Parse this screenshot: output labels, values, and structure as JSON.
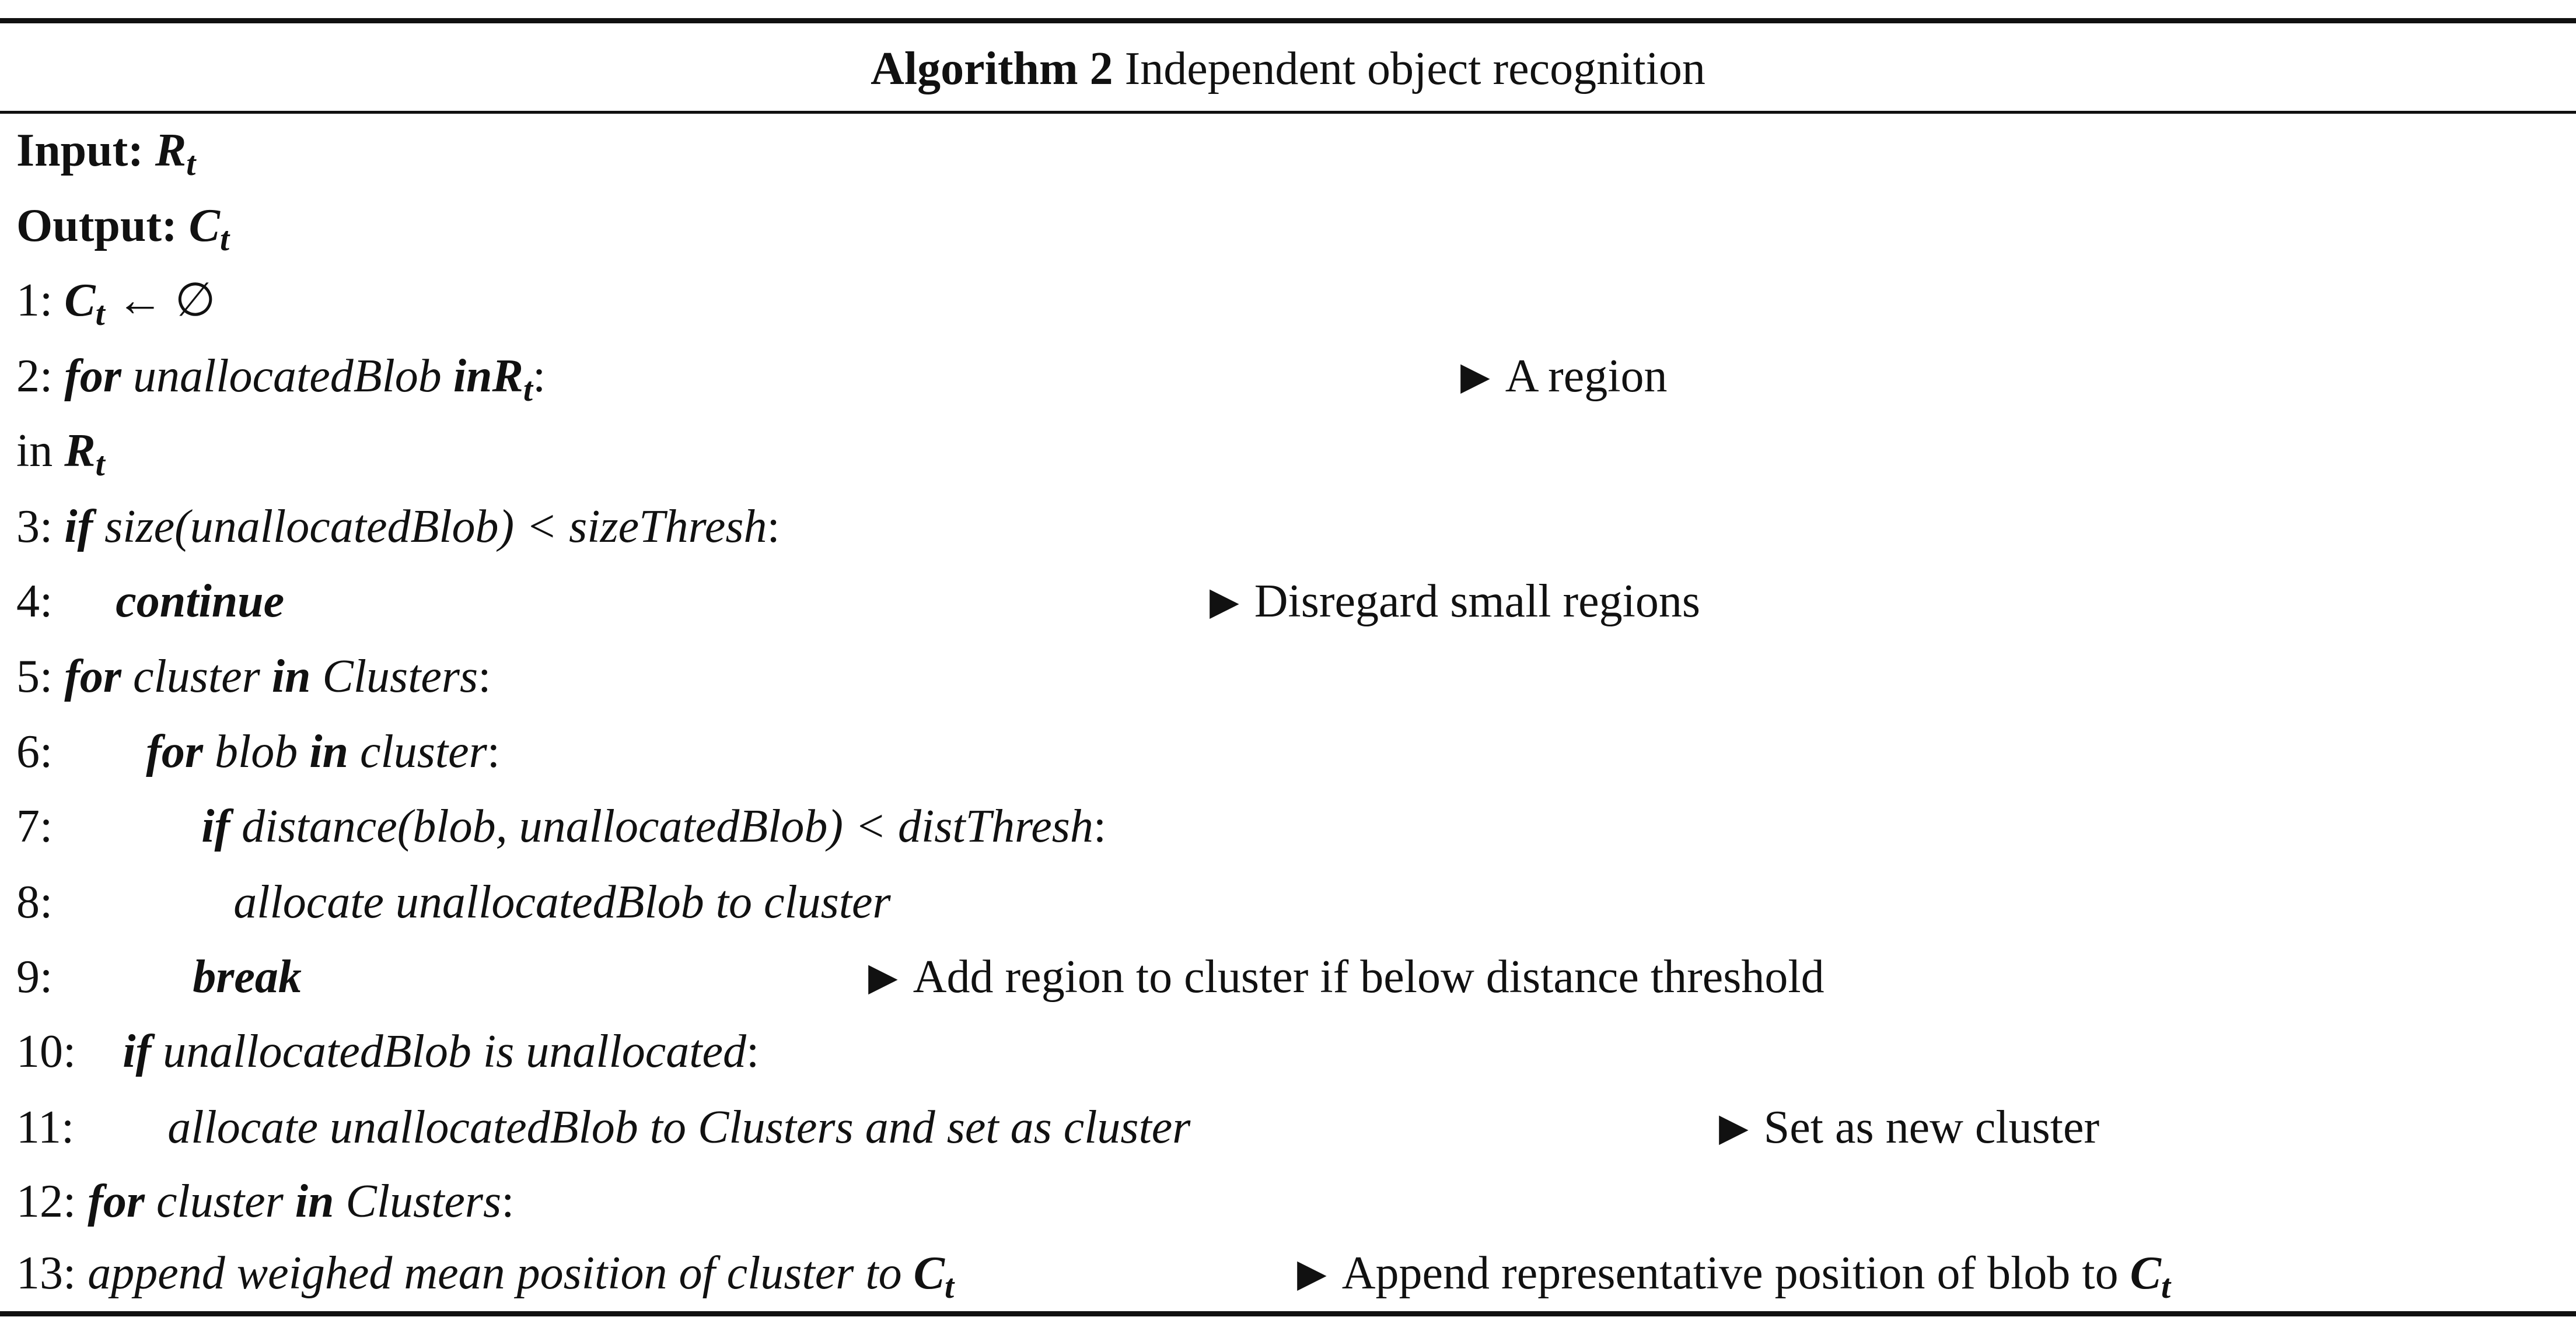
{
  "caption": {
    "label": "Algorithm 2",
    "title": "Independent object recognition"
  },
  "io": {
    "input_label": "Input:",
    "input_var": "R",
    "input_sub": "t",
    "output_label": "Output:",
    "output_var": "C",
    "output_sub": "t"
  },
  "lines": {
    "l1": {
      "num": "1:",
      "var": "C",
      "sub": "t",
      "arrow": "←",
      "empty": "∅"
    },
    "l2": {
      "num": "2:",
      "kw1": "for",
      "name": "unallocatedBlob",
      "kw2": "in",
      "var": "R",
      "sub": "t",
      "colon": ":",
      "comment": "A region"
    },
    "l2b": {
      "text": "in",
      "var": "R",
      "sub": "t"
    },
    "l3": {
      "num": "3:",
      "kw": "if",
      "expr": "size(unallocatedBlob) < sizeThresh",
      "colon": ":"
    },
    "l4": {
      "num": "4:",
      "kw": "continue",
      "comment": "Disregard small regions"
    },
    "l5": {
      "num": "5:",
      "kw1": "for",
      "name": "cluster",
      "kw2": "in",
      "coll": "Clusters",
      "colon": ":"
    },
    "l6": {
      "num": "6:",
      "kw1": "for",
      "name": "blob",
      "kw2": "in",
      "coll": "cluster",
      "colon": ":"
    },
    "l7": {
      "num": "7:",
      "kw": "if",
      "expr": "distance(blob, unallocatedBlob) < distThresh",
      "colon": ":"
    },
    "l8": {
      "num": "8:",
      "text": "allocate unallocatedBlob to cluster"
    },
    "l9": {
      "num": "9:",
      "kw": "break",
      "comment": "Add region to cluster if below distance threshold"
    },
    "l10": {
      "num": "10:",
      "kw": "if",
      "expr": "unallocatedBlob is unallocated",
      "colon": ":"
    },
    "l11": {
      "num": "11:",
      "text": "allocate unallocatedBlob to Clusters and set as cluster",
      "comment": "Set as new cluster"
    },
    "l12": {
      "num": "12:",
      "kw1": "for",
      "name": "cluster",
      "kw2": "in",
      "coll": "Clusters",
      "colon": ":"
    },
    "l13": {
      "num": "13:",
      "text": "append weighed mean position of cluster to",
      "var": "C",
      "sub": "t",
      "comment": "Append representative position of blob to",
      "comment_var": "C",
      "comment_sub": "t"
    }
  },
  "comment_marker": "▶"
}
